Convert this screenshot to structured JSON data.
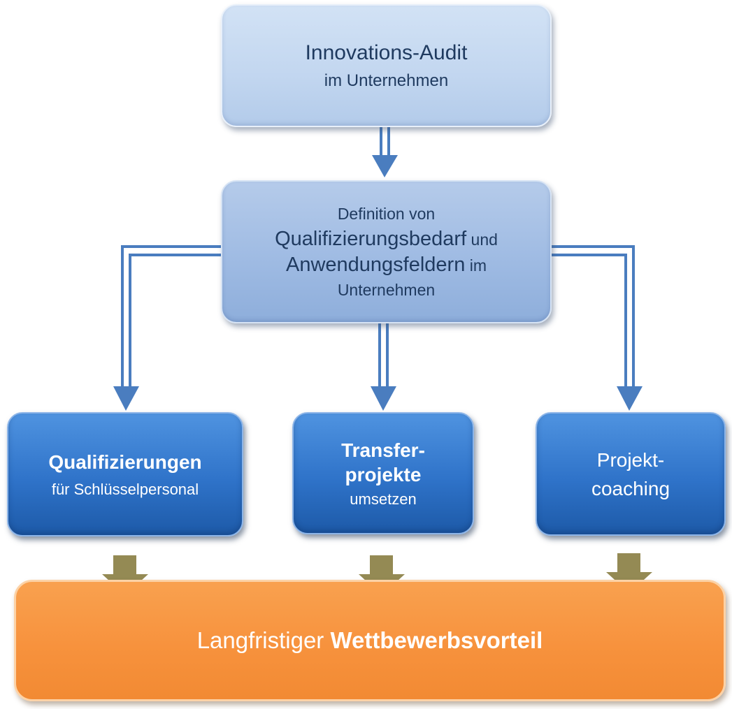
{
  "boxes": {
    "audit": {
      "line1": "Innovations-Audit",
      "line2": "im Unternehmen"
    },
    "definition": {
      "line1": "Definition von",
      "line2a": "Qualifizierungsbedarf",
      "line2b": " und",
      "line3a": "Anwendungsfeldern",
      "line3b": " im",
      "line4": "Unternehmen"
    },
    "qualifizierungen": {
      "line1": "Qualifizierungen",
      "line2": "für Schlüsselpersonal"
    },
    "transfer": {
      "line1": "Transfer-",
      "line2": "projekte",
      "line3": "umsetzen"
    },
    "coaching": {
      "line1": "Projekt-",
      "line2": "coaching"
    },
    "result": {
      "part1": "Langfristiger",
      "part2": " Wettbewerbsvorteil"
    }
  },
  "colors": {
    "arrow_blue": "#4a7dbf",
    "arrow_olive": "#948a54",
    "box_dark": "#2f73c9",
    "box_orange": "#f7923d"
  }
}
